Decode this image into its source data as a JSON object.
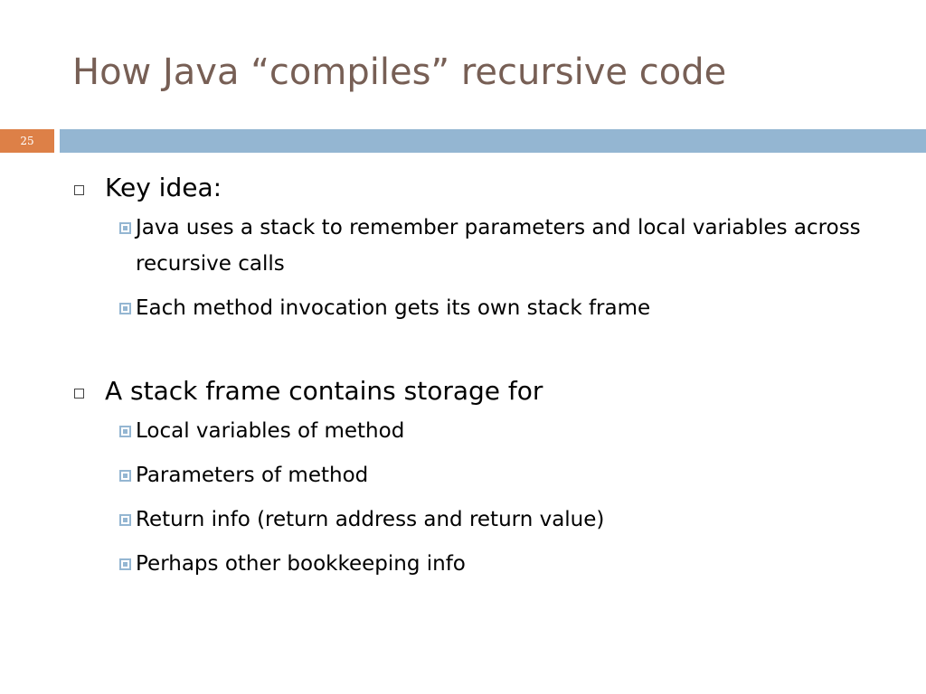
{
  "slide": {
    "title": "How Java “compiles” recursive code",
    "number": "25",
    "colors": {
      "title": "#775f55",
      "accent_orange": "#dd8047",
      "accent_blue": "#94b6d2"
    }
  },
  "bullets": [
    {
      "text": "Key idea:",
      "sub": [
        "Java uses a stack to remember parameters and local variables across recursive calls",
        "Each method invocation gets its own stack frame"
      ]
    },
    {
      "text": "A stack frame contains storage for",
      "sub": [
        "Local variables of method",
        "Parameters of method",
        "Return info (return address and return value)",
        "Perhaps other bookkeeping info"
      ]
    }
  ]
}
